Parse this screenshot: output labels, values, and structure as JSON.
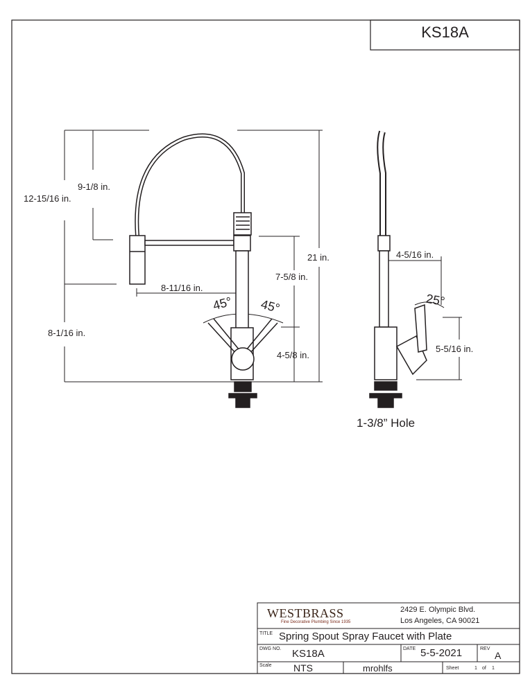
{
  "header": {
    "model": "KS18A"
  },
  "front_view": {
    "dims": {
      "overall_height": "21 in.",
      "spout_top_to_handle": "12-15/16 in.",
      "coil_height": "9-1/8 in.",
      "spray_head_bottom": "8-1/16 in.",
      "spout_reach": "8-11/16 in.",
      "spout_joint_to_handle": "7-5/8 in.",
      "handle_height": "4-5/8 in.",
      "left_angle": "45°",
      "right_angle": "45°"
    }
  },
  "side_view": {
    "dims": {
      "reach": "4-5/16 in.",
      "angle": "25°",
      "handle_height": "5-5/16 in."
    },
    "hole_label": "1-3/8” Hole"
  },
  "title_block": {
    "brand": "WESTBRASS",
    "tagline": "Fine Decorative Plumbing Since 1935",
    "address_line1": "2429 E. Olympic Blvd.",
    "address_line2": "Los Angeles, CA 90021",
    "title_label": "TITLE",
    "title": "Spring Spout Spray Faucet with Plate",
    "dwg_label": "DWG NO.",
    "dwg_no": "KS18A",
    "date_label": "DATE",
    "date": "5-5-2021",
    "rev_label": "REV",
    "rev": "A",
    "scale_label": "Scale",
    "scale": "NTS",
    "drawn_by": "mrohlfs",
    "sheet_label": "Sheet",
    "sheet_no": "1",
    "sheet_of": "of",
    "sheet_total": "1"
  }
}
